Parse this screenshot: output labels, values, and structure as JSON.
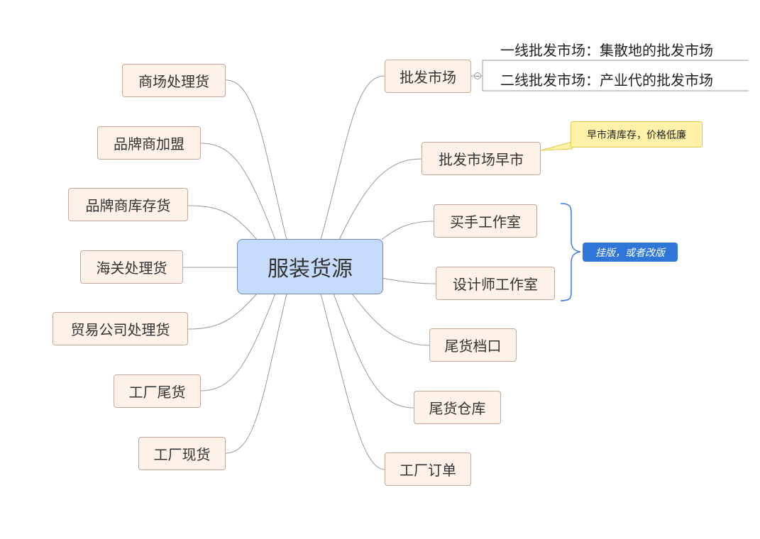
{
  "root": {
    "label": "服装货源"
  },
  "left_topics": [
    {
      "label": "商场处理货"
    },
    {
      "label": "品牌商加盟"
    },
    {
      "label": "品牌商库存货"
    },
    {
      "label": "海关处理货"
    },
    {
      "label": "贸易公司处理货"
    },
    {
      "label": "工厂尾货"
    },
    {
      "label": "工厂现货"
    }
  ],
  "right_topics": [
    {
      "label": "批发市场"
    },
    {
      "label": "批发市场早市"
    },
    {
      "label": "买手工作室"
    },
    {
      "label": "设计师工作室"
    },
    {
      "label": "尾货档口"
    },
    {
      "label": "尾货仓库"
    },
    {
      "label": "工厂订单"
    }
  ],
  "subtopics": [
    {
      "label": "一线批发市场：集散地的批发市场"
    },
    {
      "label": "二线批发市场：产业代的批发市场"
    }
  ],
  "callout": {
    "text": "早市清库存，价格低廉"
  },
  "summary": {
    "text": "挂版，或者改版"
  },
  "colors": {
    "topic_fill": "#fdf1e8",
    "topic_border": "#c7a89a",
    "root_fill": "#c7dbfb",
    "root_border": "#6a87b5",
    "connector": "#999999",
    "callout_fill": "#fff2a8",
    "summary_fill": "#2f76d8",
    "bracket": "#3a7bd5"
  },
  "icons": {
    "collapse": "collapse-minus-icon"
  }
}
